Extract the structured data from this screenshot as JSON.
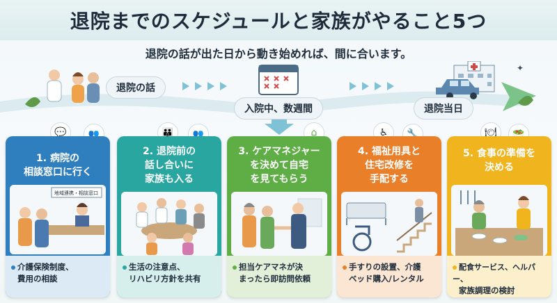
{
  "header": {
    "title": "退院までのスケジュールと家族がやること5つ",
    "subtitle": "退院の話が出た日から動き始めれば、間に合います。"
  },
  "timeline": {
    "stage1": "退院の話",
    "stage2": "入院中、数週間",
    "stage3": "退院当日"
  },
  "steps": [
    {
      "title_line1": "1. 病院の",
      "title_line2": "相談窓口に行く",
      "sign": "地域連携・相談窓口",
      "note_line1": "介護保険制度、",
      "note_line2": "費用の相談",
      "color": "#2f7fbf",
      "light": "#dbeaf5"
    },
    {
      "title_line1": "2. 退院前の",
      "title_line2": "話し合いに",
      "title_line3": "家族も入る",
      "note_line1": "生活の注意点、",
      "note_line2": "リハビリ方針を共有",
      "color": "#2aa6a0",
      "light": "#d6eeec"
    },
    {
      "title_line1": "3. ケアマネジャー",
      "title_line2": "を決めて自宅",
      "title_line3": "を見てもらう",
      "note_line1": "担当ケアマネが決",
      "note_line2": "まったら即訪問依頼",
      "color": "#5fae45",
      "light": "#e2f0d9"
    },
    {
      "title_line1": "4. 福祉用具と",
      "title_line2": "住宅改修を",
      "title_line3": "手配する",
      "note_line1": "手すりの設置、介護",
      "note_line2": "ベッド購入/レンタル",
      "color": "#ea7f2a",
      "light": "#fbe6d3"
    },
    {
      "title_line1": "5. 食事の準備を",
      "title_line2": "決める",
      "note_line1": "配食サービス、ヘルパー、",
      "note_line2": "家族調理の検討",
      "color": "#f0b41f",
      "light": "#fbefcc"
    }
  ]
}
